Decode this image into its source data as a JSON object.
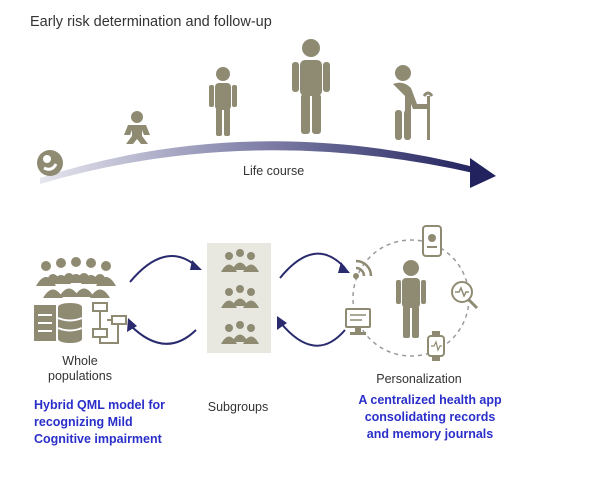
{
  "title": "Early risk determination and follow-up",
  "life_course_label": "Life course",
  "labels": {
    "whole_line1": "Whole",
    "whole_line2": "populations",
    "subgroups": "Subgroups",
    "personalization": "Personalization"
  },
  "annotations": {
    "qml_line1": "Hybrid QML model for",
    "qml_line2": "recognizing Mild",
    "qml_line3": "Cognitive impairment",
    "app_line1": "A centralized health app",
    "app_line2": "consolidating records",
    "app_line3": "and memory journals"
  },
  "colors": {
    "figure": "#8f8b73",
    "arrow_dark": "#2a2a6e",
    "arrow_light": "#d8d8e6",
    "panel": "#e9e8e0",
    "annotation_blue": "#2a2fc9"
  },
  "icons": [
    "fetus-icon",
    "baby-icon",
    "child-icon",
    "adult-icon",
    "elderly-icon",
    "crowd-icon",
    "database-icon",
    "flowchart-icon",
    "group-icon",
    "person-icon",
    "phone-icon",
    "magnifier-icon",
    "watch-icon",
    "monitor-icon",
    "wifi-icon"
  ]
}
